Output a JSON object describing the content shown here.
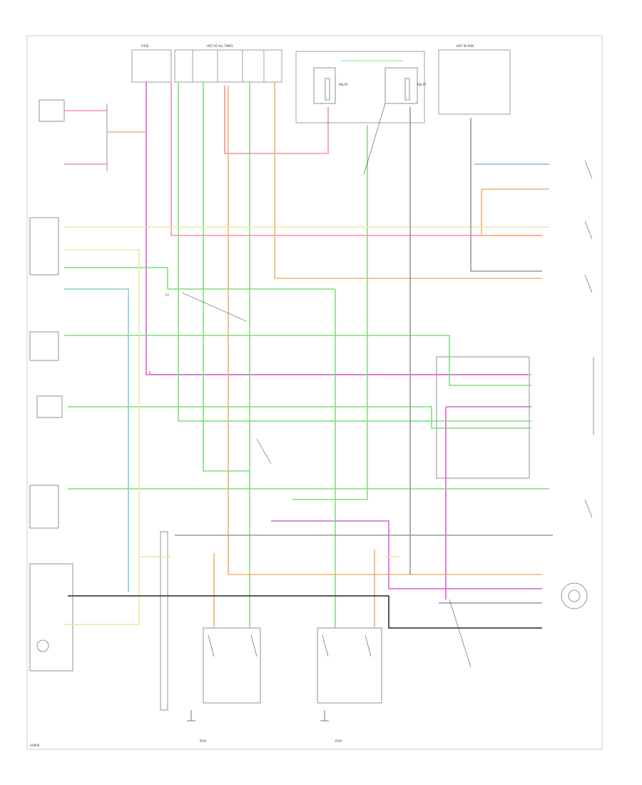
{
  "labels": {
    "fuse_block_left": "FUSE",
    "fuse_block_center": "HOT AT ALL TIMES",
    "fuse_block_right": "HOT IN RUN",
    "relay_left": "RELAY",
    "relay_center": "RELAY",
    "fuse_ref": "F2",
    "pcm_left": "PCM",
    "pcm_right": "PCM",
    "page_code": "G0000"
  },
  "colors": {
    "red": "#f5909a",
    "pink": "#e05ed8",
    "green": "#7be07b",
    "lightgreen": "#a8eea8",
    "orange": "#f7b06a",
    "yellow": "#f3e6a0",
    "blue": "#8fb0f0",
    "teal": "#7fd4d0",
    "gray": "#9a9a9a",
    "black": "#444444"
  }
}
